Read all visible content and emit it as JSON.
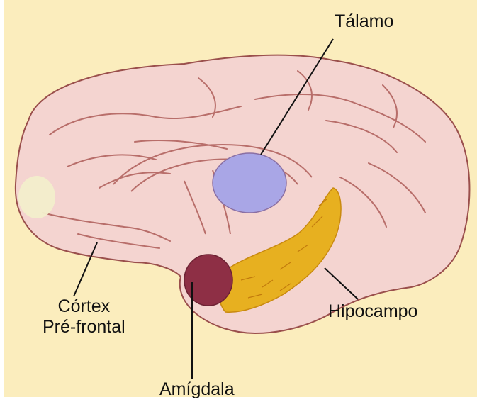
{
  "background_color": "#fbedbd",
  "regions": {
    "thalamus": {
      "label": "Tálamo",
      "color": "#a9a6e6"
    },
    "prefrontal_cortex": {
      "label_line1": "Córtex",
      "label_line2": "Pré-frontal",
      "color": "#f2eecb"
    },
    "hippocampus": {
      "label": "Hipocampo",
      "color": "#e7b020"
    },
    "amygdala": {
      "label": "Amígdala",
      "color": "#8e2f45"
    }
  },
  "brain_color": "#f4d4d0",
  "outline_color": "#9a4f4c"
}
